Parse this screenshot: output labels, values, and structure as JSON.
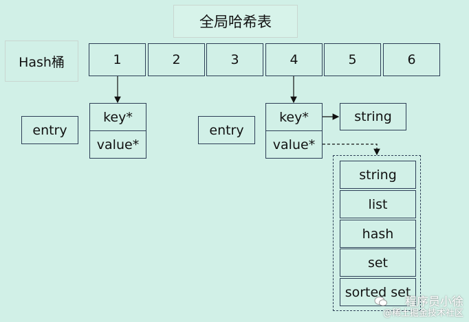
{
  "title": "全局哈希表",
  "bucket_label": "Hash桶",
  "buckets": [
    "1",
    "2",
    "3",
    "4",
    "5",
    "6"
  ],
  "entries": [
    {
      "label": "entry",
      "key": "key*",
      "value": "value*"
    },
    {
      "label": "entry",
      "key": "key*",
      "value": "value*"
    }
  ],
  "key_target": "string",
  "value_types": [
    "string",
    "list",
    "hash",
    "set",
    "sorted set"
  ],
  "watermark": {
    "line1": "程序员小徐",
    "line2": "@稀土掘金技术社区"
  },
  "colors": {
    "background": "#d1f0e7",
    "border": "#2b3d55"
  }
}
